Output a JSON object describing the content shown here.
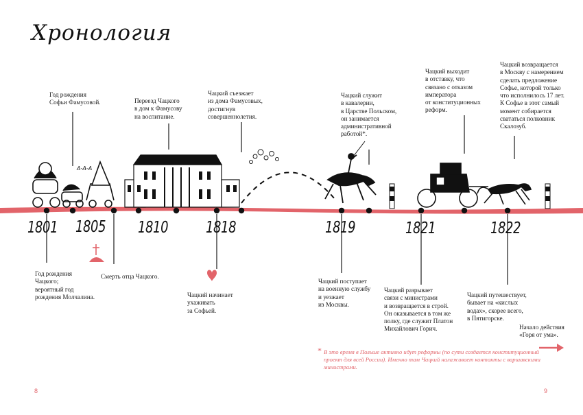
{
  "title": "Хронология",
  "accent_color": "#e2646a",
  "years": [
    "1801",
    "1805",
    "1810",
    "1818",
    "1819",
    "1821",
    "1822"
  ],
  "notes_above": {
    "sofia_birth": "Год рождения\nСофьи Фамусовой.",
    "move_famusov": "Переезд Чацкого\nв дом к Фамусову\nна воспитание.",
    "leaves_house": "Чацкий съезжает\nиз дома Фамусовых,\nдостигнув\nсовершеннолетия.",
    "cavalry": "Чацкий служит\nв кавалерии,\nв Царстве Польском,\nон занимается\nадминистративной\nработой*.",
    "retirement": "Чацкий выходит\nв отставку, что\nсвязано с отказом\nимператора\nот конституционных\nреформ.",
    "returns": "Чацкий возвращается\nв Москву с намерением\nсделать предложение\nСофье, которой только\nчто исполнилось 17 лет.\nК Софье в этот самый\nмомент собирается\nсвататься полковник\nСкалозуб."
  },
  "notes_below": {
    "chatsky_birth": "Год рождения\nЧацкого;\nвероятный год\nрождения Молчалина.",
    "father_death": "Смерть отца Чацкого.",
    "courting": "Чацкий начинает\nухаживать\nза Софьей.",
    "military": "Чацкий поступает\nна военную службу\nи уезжает\nиз Москвы.",
    "breaks_ties": "Чацкий разрывает\nсвязи с министрами\nи возвращается в строй.\nОн оказывается в том же\nполку, где служит Платон\nМихайлович Горич.",
    "travels": "Чацкий путешествует,\nбывает на «кислых\nводах», скорее всего,\nв Пятигорске.",
    "play_start": "Начало действия\n«Горя от ума»."
  },
  "baby_sound": "А-А-А",
  "footnote_star": "*",
  "footnote": "В это время в Польше активно идут реформы (по сути создается конституционный проект для всей России). Именно там Чацкий налаживает контакты с варшавскими министрами.",
  "page_left": "8",
  "page_right": "9"
}
